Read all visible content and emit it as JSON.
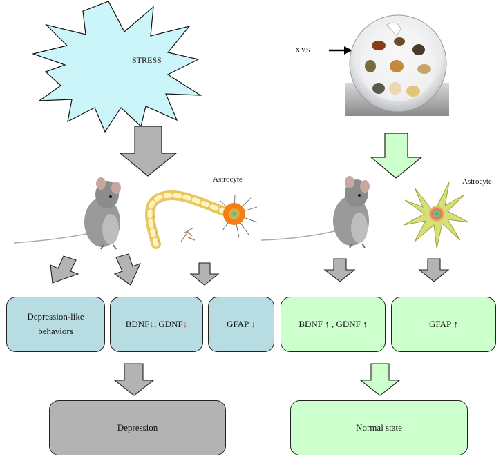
{
  "colors": {
    "stress_fill": "#ccf5f9",
    "blue_box": "#b7dde3",
    "green_box": "#ccffcc",
    "grey_box": "#b3b3b3",
    "grey_arrow": "#b3b3b3",
    "green_arrow": "#ccffcc",
    "down_arrow_symbol": "#e0312b"
  },
  "left": {
    "stress_label": "STRESS",
    "astrocyte_label": "Astrocyte",
    "box_depression_behaviors": "Depression-like behaviors",
    "box_bdnf_gdnf": {
      "bdnf": "BDNF",
      "gdnf": "GDNF",
      "sep": ", ",
      "arrow": "↓"
    },
    "box_gfap": {
      "label": "GFAP",
      "arrow": "↓"
    },
    "outcome": "Depression"
  },
  "right": {
    "xys_label": "XYS",
    "astrocyte_label": "Astrocyte",
    "box_bdnf_gdnf": {
      "bdnf": "BDNF",
      "gdnf": "GDNF",
      "sep": " , ",
      "arrow": "↑"
    },
    "box_gfap": {
      "label": "GFAP",
      "arrow": "↑"
    },
    "outcome": "Normal state"
  },
  "icons": [
    "mouse-icon",
    "neuron-icon",
    "astrocyte-icon",
    "herb-bowl-icon",
    "right-arrow-icon"
  ]
}
